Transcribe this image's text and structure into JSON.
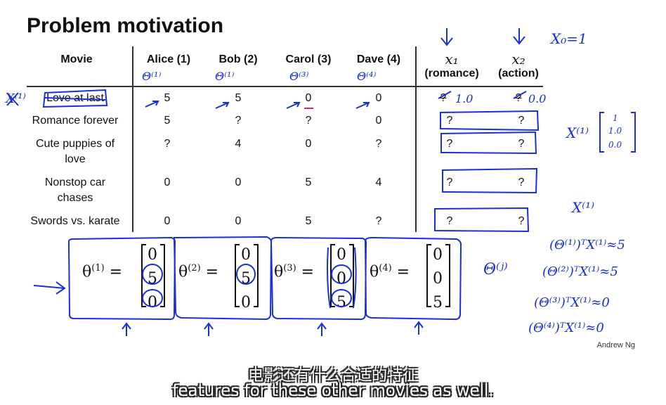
{
  "title": "Problem motivation",
  "table": {
    "movie_header": "Movie",
    "users": [
      {
        "name": "Alice (1)",
        "theta_mark": "Θ⁽¹⁾"
      },
      {
        "name": "Bob (2)",
        "theta_mark": "Θ⁽¹⁾"
      },
      {
        "name": "Carol (3)",
        "theta_mark": "Θ⁽³⁾"
      },
      {
        "name": "Dave (4)",
        "theta_mark": "Θ⁽⁴⁾"
      }
    ],
    "features": [
      {
        "symbol": "x₁",
        "label": "(romance)"
      },
      {
        "symbol": "x₂",
        "label": "(action)"
      }
    ],
    "rows": [
      {
        "movie": "Love at last",
        "ratings": [
          "5",
          "5",
          "0",
          "0"
        ],
        "x1": "?",
        "x2": "?",
        "hand_x1": "1.0",
        "hand_x2": "0.0"
      },
      {
        "movie": "Romance forever",
        "ratings": [
          "5",
          "?",
          "?",
          "0"
        ],
        "x1": "?",
        "x2": "?"
      },
      {
        "movie": "Cute puppies of love",
        "ratings": [
          "?",
          "4",
          "0",
          "?"
        ],
        "x1": "?",
        "x2": "?"
      },
      {
        "movie": "Nonstop car chases",
        "ratings": [
          "0",
          "0",
          "5",
          "4"
        ],
        "x1": "?",
        "x2": "?"
      },
      {
        "movie": "Swords vs. karate",
        "ratings": [
          "0",
          "0",
          "5",
          "?"
        ],
        "x1": "?",
        "x2": "?"
      }
    ]
  },
  "thetas": [
    {
      "label": "θ(1)",
      "sup": "(1)",
      "values": [
        "0",
        "5",
        "0"
      ]
    },
    {
      "label": "θ(2)",
      "sup": "(2)",
      "values": [
        "0",
        "5",
        "0"
      ]
    },
    {
      "label": "θ(3)",
      "sup": "(3)",
      "values": [
        "0",
        "0",
        "5"
      ]
    },
    {
      "label": "θ(4)",
      "sup": "(4)",
      "values": [
        "0",
        "0",
        "5"
      ]
    }
  ],
  "annotations": {
    "x0": "X₀=1",
    "x1_label": "X⁽¹⁾",
    "x1_vector": [
      "1",
      "1.0",
      "0.0"
    ],
    "x1_mid": "X⁽¹⁾",
    "theta_j": "Θ⁽ʲ⁾",
    "eq1": "(Θ⁽¹⁾)ᵀX⁽¹⁾≈5",
    "eq2": "(Θ⁽²⁾)ᵀX⁽¹⁾≈5",
    "eq3": "(Θ⁽³⁾)ᵀX⁽¹⁾≈0",
    "eq4": "(Θ⁽⁴⁾)ᵀX⁽¹⁾≈0"
  },
  "credit": "Andrew Ng",
  "subtitles": {
    "line1": "电影还有什么合适的特征",
    "line2": "features for these other movies as well."
  },
  "ink_color": "#1a2fd6"
}
